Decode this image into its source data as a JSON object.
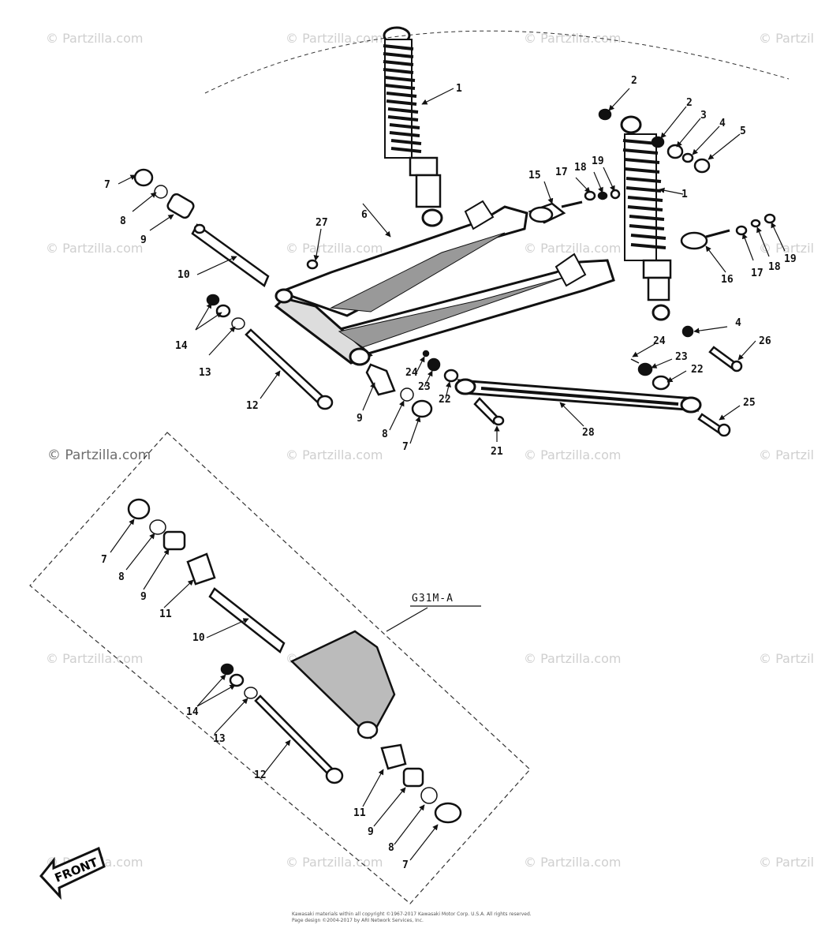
{
  "watermark_text": "© Partzilla.com",
  "inset_label": "G31M-A",
  "front_label": "FRONT",
  "copyright_line1": "Kawasaki materials within all copyright ©1967-2017 Kawasaki Motor Corp. U.S.A. All rights reserved.",
  "copyright_line2": "Page design ©2004-2017 by ARI Network Services, Inc.",
  "colors": {
    "ink": "#111111",
    "watermark": "#cfcfcf",
    "background": "#ffffff"
  }
}
